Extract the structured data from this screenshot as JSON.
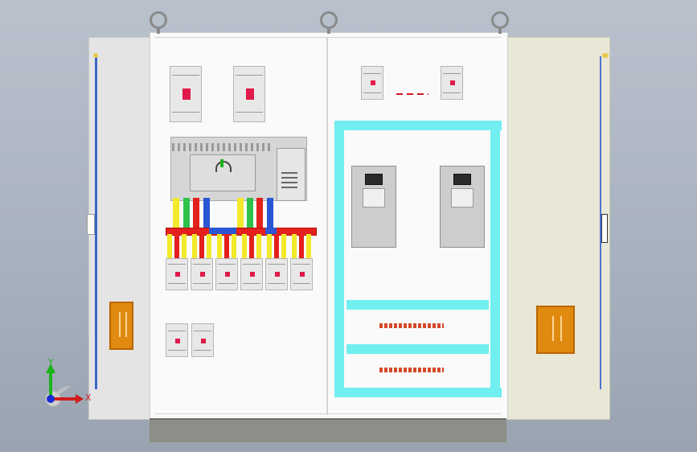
{
  "view": {
    "title": "",
    "projection": "front-elevation"
  },
  "colors": {
    "background": "#a7b0bd",
    "panel": "#fafafa",
    "left_door": "#e4e4e4",
    "right_door": "#e9e7d6",
    "handle": "#e08a10",
    "cable_tray": "#71eef0",
    "busbar_red": "#e3201b",
    "busbar_blue": "#2a56d4",
    "phase_yellow": "#f2ea2a",
    "phase_green": "#2ec24a",
    "breaker_indicator": "#e01a4a",
    "axis_x": "#d11d1d",
    "axis_y": "#1bb31b",
    "axis_z": "#1a2bd6"
  },
  "components": {
    "main_breakers": 4,
    "ats_units": 1,
    "branch_breakers": 6,
    "spare_breakers": 2,
    "vfd_units": 2,
    "cable_tray_rails": 3,
    "terminal_strips": 2
  },
  "triad": {
    "x_label": "X",
    "y_label": "Y"
  },
  "icons": {
    "lifting_eye": "ring-icon",
    "door_handle": "handle-icon",
    "triad": "axis-triad-icon"
  }
}
